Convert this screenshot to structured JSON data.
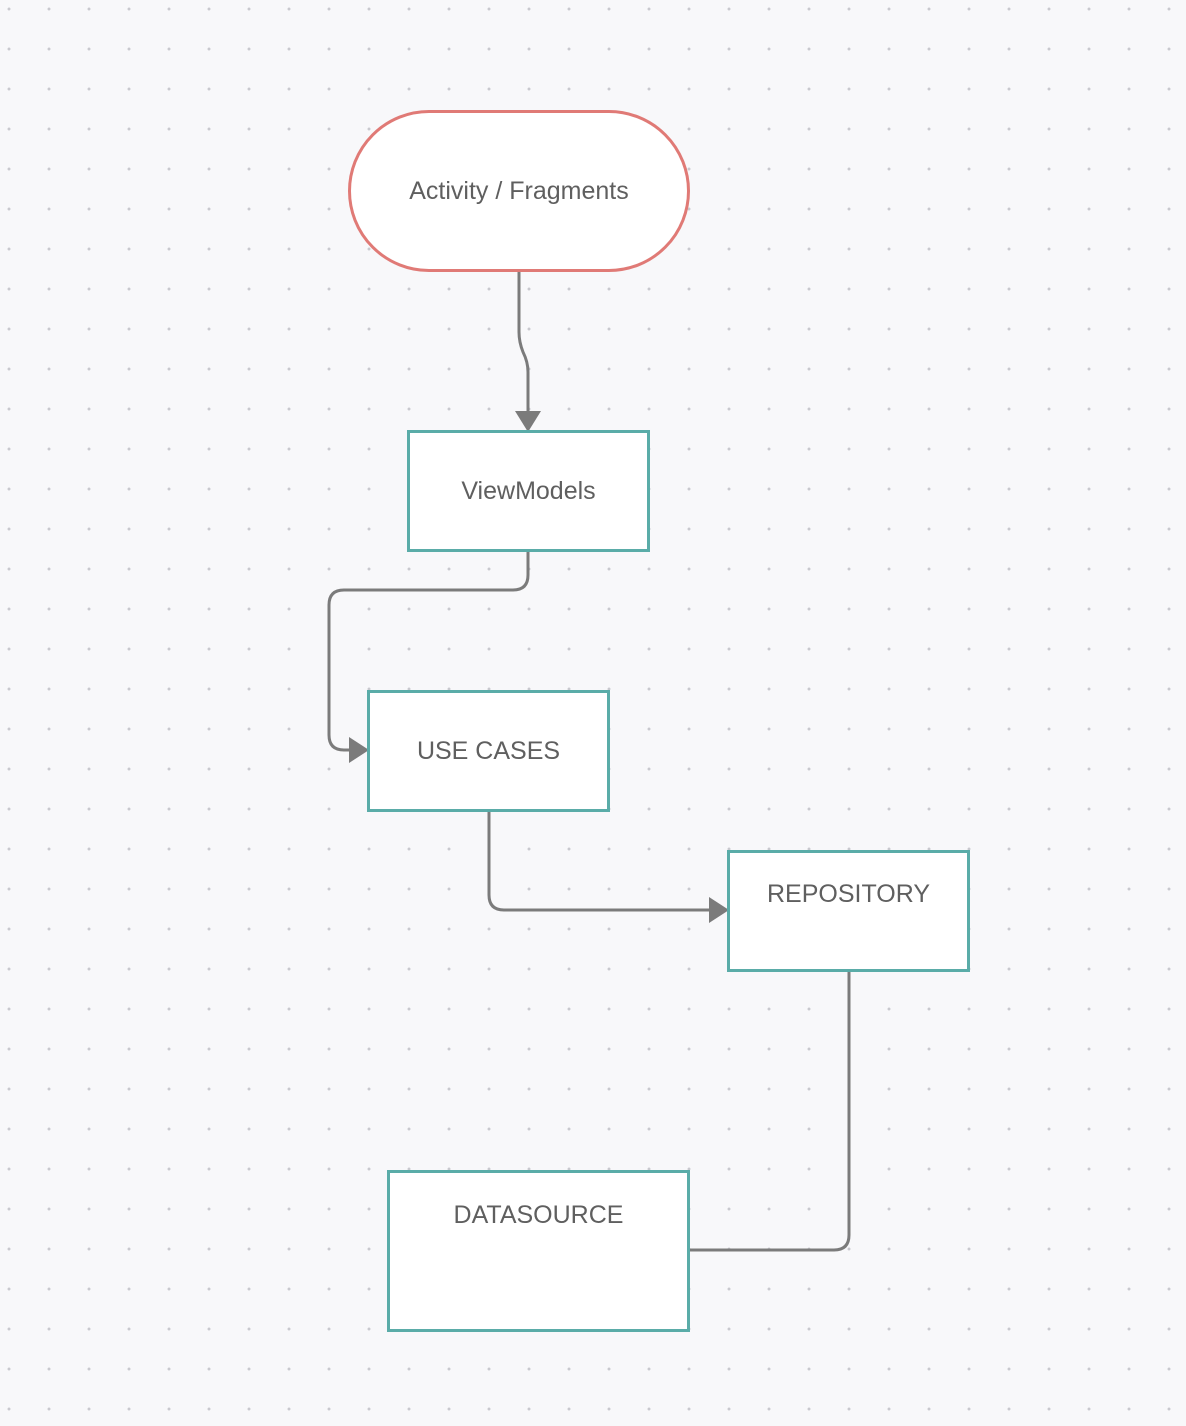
{
  "diagram": {
    "nodes": {
      "activity": {
        "label": "Activity / Fragments",
        "shape": "pill",
        "border_color": "#e07a76"
      },
      "viewmodels": {
        "label": "ViewModels",
        "shape": "rectangle",
        "border_color": "#5aaca8"
      },
      "usecases": {
        "label": "USE CASES",
        "shape": "rectangle",
        "border_color": "#5aaca8"
      },
      "repository": {
        "label": "REPOSITORY",
        "shape": "rectangle",
        "border_color": "#5aaca8"
      },
      "datasource": {
        "label": "DATASOURCE",
        "shape": "rectangle",
        "border_color": "#5aaca8"
      }
    },
    "edges": [
      {
        "from": "activity",
        "to": "viewmodels",
        "arrowhead": true
      },
      {
        "from": "viewmodels",
        "to": "usecases",
        "arrowhead": true
      },
      {
        "from": "usecases",
        "to": "repository",
        "arrowhead": true
      },
      {
        "from": "repository",
        "to": "datasource",
        "arrowhead": false
      }
    ],
    "colors": {
      "background": "#f8f8fa",
      "grid_dot": "#c9c9cf",
      "connector": "#7b7b7b",
      "text": "#5f5f5f"
    }
  }
}
